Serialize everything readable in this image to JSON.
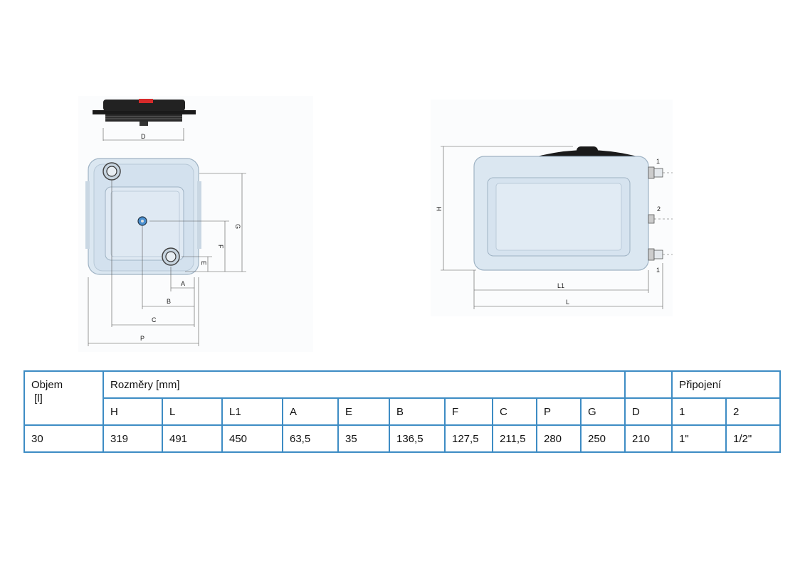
{
  "front_view": {
    "dim_labels": {
      "D": "D",
      "G": "G",
      "F": "F",
      "E": "E",
      "A": "A",
      "B": "B",
      "C": "C",
      "P": "P"
    }
  },
  "side_view": {
    "dim_labels": {
      "H": "H",
      "L1": "L1",
      "L": "L",
      "conn1_top": "1",
      "conn2": "2",
      "conn1_bottom": "1"
    }
  },
  "table": {
    "objem_label_line1": "Objem",
    "objem_label_line2": "[l]",
    "rozmery_label": "Rozměry [mm]",
    "pripojeni_label": "Připojení",
    "columns": [
      "H",
      "L",
      "L1",
      "A",
      "E",
      "B",
      "F",
      "C",
      "P",
      "G",
      "D",
      "1",
      "2"
    ],
    "rows": [
      {
        "objem": "30",
        "values": [
          "319",
          "491",
          "450",
          "63,5",
          "35",
          "136,5",
          "127,5",
          "211,5",
          "280",
          "250",
          "210",
          "1\"",
          "1/2\""
        ]
      }
    ]
  },
  "colors": {
    "table_border": "#3d8cc4",
    "tank_fill": "#dbe7f1",
    "lid": "#1a1a1a",
    "red_mark": "#d62a2a"
  }
}
